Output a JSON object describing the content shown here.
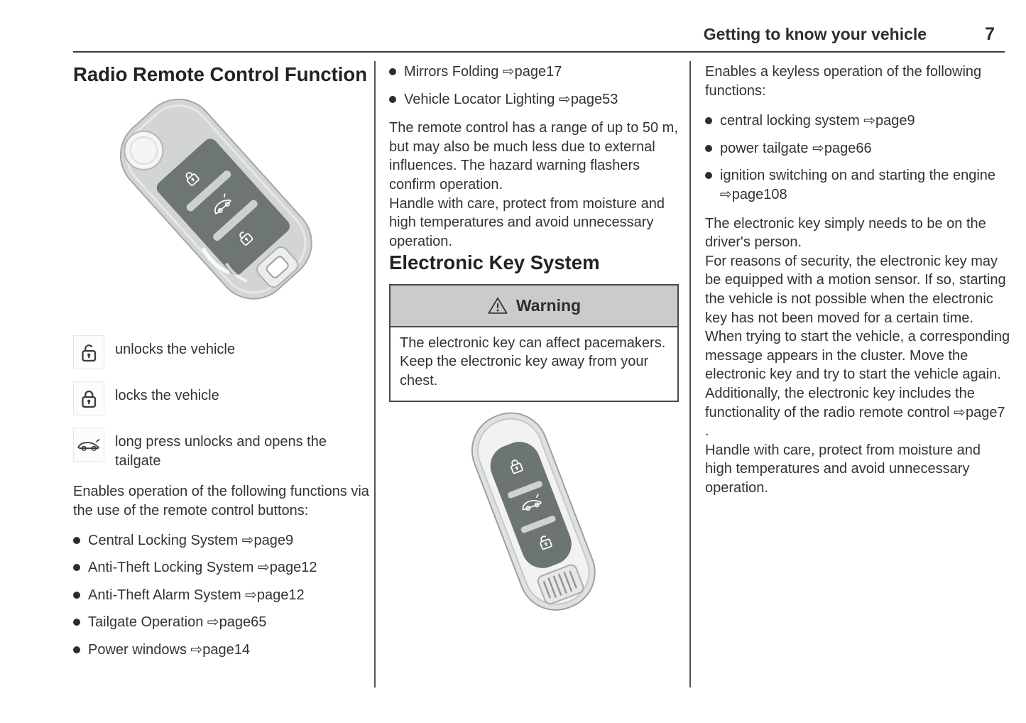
{
  "header": {
    "title": "Getting to know your vehicle",
    "page_number": "7"
  },
  "column1": {
    "heading": "Radio Remote Control Function",
    "legend": [
      {
        "icon": "unlock-icon",
        "text": "unlocks the vehicle"
      },
      {
        "icon": "lock-icon",
        "text": "locks the vehicle"
      },
      {
        "icon": "car-tailgate-icon",
        "text": "long press unlocks and opens the tailgate"
      }
    ],
    "intro": "Enables operation of the following functions via the use of the remote control buttons:",
    "bullets": [
      "Central Locking System ⇨page9",
      "Anti-Theft Locking System ⇨page12",
      "Anti-Theft Alarm System ⇨page12",
      "Tailgate Operation ⇨page65",
      "Power windows ⇨page14"
    ]
  },
  "column2": {
    "bullets": [
      "Mirrors Folding ⇨page17",
      "Vehicle Locator Lighting ⇨page53"
    ],
    "paragraphs": [
      "The remote control has a range of up to 50 m, but may also be much less due to external influences. The hazard warning flashers confirm operation.",
      "Handle with care, protect from moisture and high temperatures and avoid unnecessary operation."
    ],
    "heading": "Electronic Key System",
    "warning": {
      "title": "Warning",
      "lines": [
        "The electronic key can affect pacemakers.",
        "Keep the electronic key away from your chest."
      ]
    }
  },
  "column3": {
    "intro": "Enables a keyless operation of the following functions:",
    "bullets": [
      "central locking system ⇨page9",
      "power tailgate ⇨page66",
      "ignition switching on and starting the engine ⇨page108"
    ],
    "paragraphs": [
      "The electronic key simply needs to be on the driver's person.",
      "For reasons of security, the electronic key may be equipped with a motion sensor. If so, starting the vehicle is not possible when the electronic key has not been moved for a certain time.",
      "When trying to start the vehicle, a corresponding message appears in the cluster. Move the electronic key and try to start the vehicle again.",
      "Additionally, the electronic key includes the functionality of the radio remote control ⇨page7 .",
      "Handle with care, protect from moisture and high temperatures and avoid unnecessary operation."
    ]
  },
  "colors": {
    "warning_header_bg": "#cbcbca",
    "key_button_panel": "#6e7575",
    "key_body": "#d2d5d4",
    "body_text": "#333333"
  }
}
